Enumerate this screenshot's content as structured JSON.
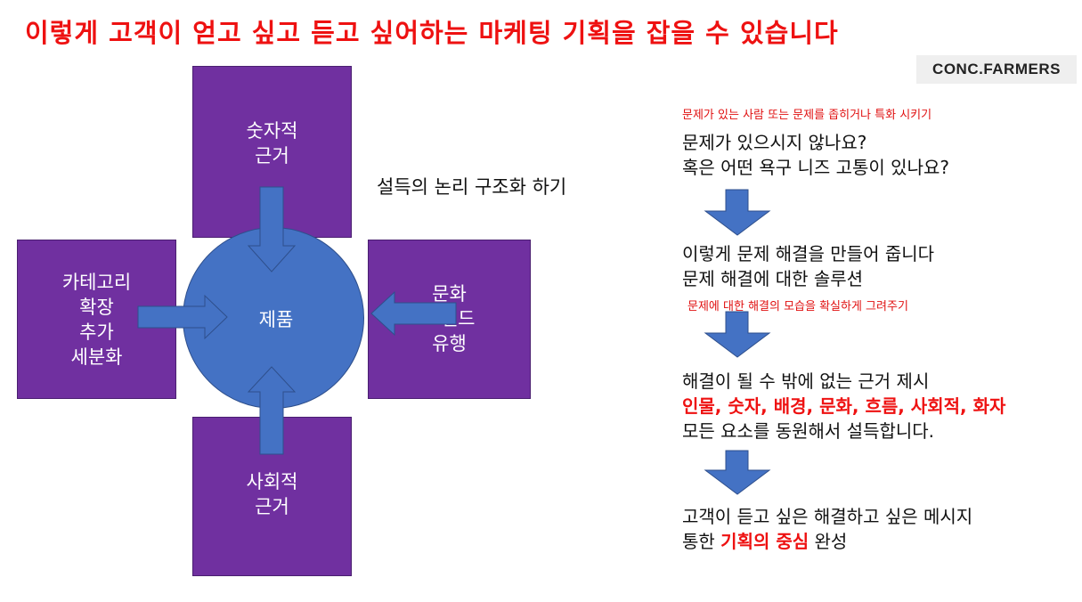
{
  "header": {
    "title": "이렇게 고객이 얻고 싶고 듣고 싶어하는 마케팅 기획을 잡을 수 있습니다",
    "brand": "CONC.FARMERS"
  },
  "diagram": {
    "center": "제품",
    "top": [
      "숫자적",
      "근거"
    ],
    "bottom": [
      "사회적",
      "근거"
    ],
    "left": [
      "카테고리",
      "확장",
      "추가",
      "세분화"
    ],
    "right": [
      "문화",
      "트렌드",
      "유행"
    ],
    "caption": "설득의 논리 구조화 하기"
  },
  "flow": {
    "note1": "문제가 있는 사람 또는 문제를 좁히거나 특화 시키기",
    "step1": [
      "문제가 있으시지 않나요?",
      "혹은 어떤 욕구 니즈 고통이 있나요?"
    ],
    "step2": [
      "이렇게 문제 해결을 만들어 줍니다",
      "문제 해결에 대한 솔루션"
    ],
    "note2": "문제에 대한 해결의 모습을 확실하게 그려주기",
    "step3_line1": "해결이 될 수 밖에 없는 근거 제시",
    "step3_red": "인물, 숫자, 배경, 문화, 흐름, 사회적, 화자",
    "step3_line3": "모든 요소를 동원해서 설득합니다.",
    "step4_line1": "고객이 듣고 싶은 해결하고 싶은 메시지",
    "step4_pre": "통한 ",
    "step4_red": "기획의 중심",
    "step4_post": " 완성"
  },
  "colors": {
    "title_red": "#ee1111",
    "box_purple": "#7030a0",
    "circle_blue": "#4472c4",
    "arrow_blue": "#4472c4"
  }
}
